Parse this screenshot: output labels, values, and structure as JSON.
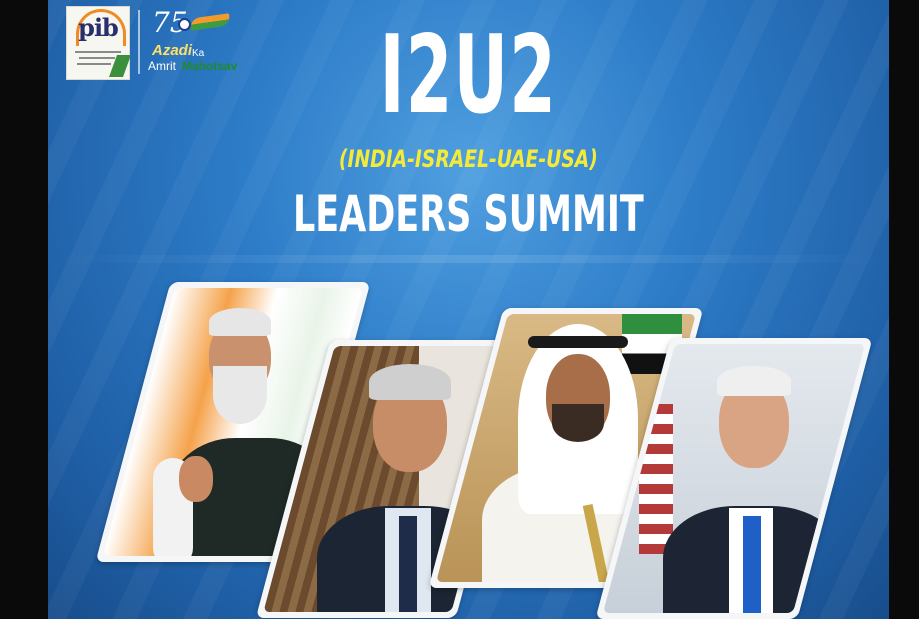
{
  "header": {
    "logo_pib_text": "pib",
    "logo_aka": {
      "number": "75",
      "line1": "Azadi",
      "line2": "Ka",
      "line3_a": "Amrit",
      "line3_b": "Mahotsav"
    }
  },
  "title": {
    "main": "I2U2",
    "subtitle": "(INDIA-ISRAEL-UAE-USA)",
    "event": "LEADERS SUMMIT"
  },
  "cards": [
    {
      "subject": "leader-india"
    },
    {
      "subject": "leader-israel"
    },
    {
      "subject": "leader-uae"
    },
    {
      "subject": "leader-usa"
    }
  ],
  "colors": {
    "background": "#2d7cc8",
    "subtitle": "#f4ea3a",
    "title": "#ffffff"
  }
}
